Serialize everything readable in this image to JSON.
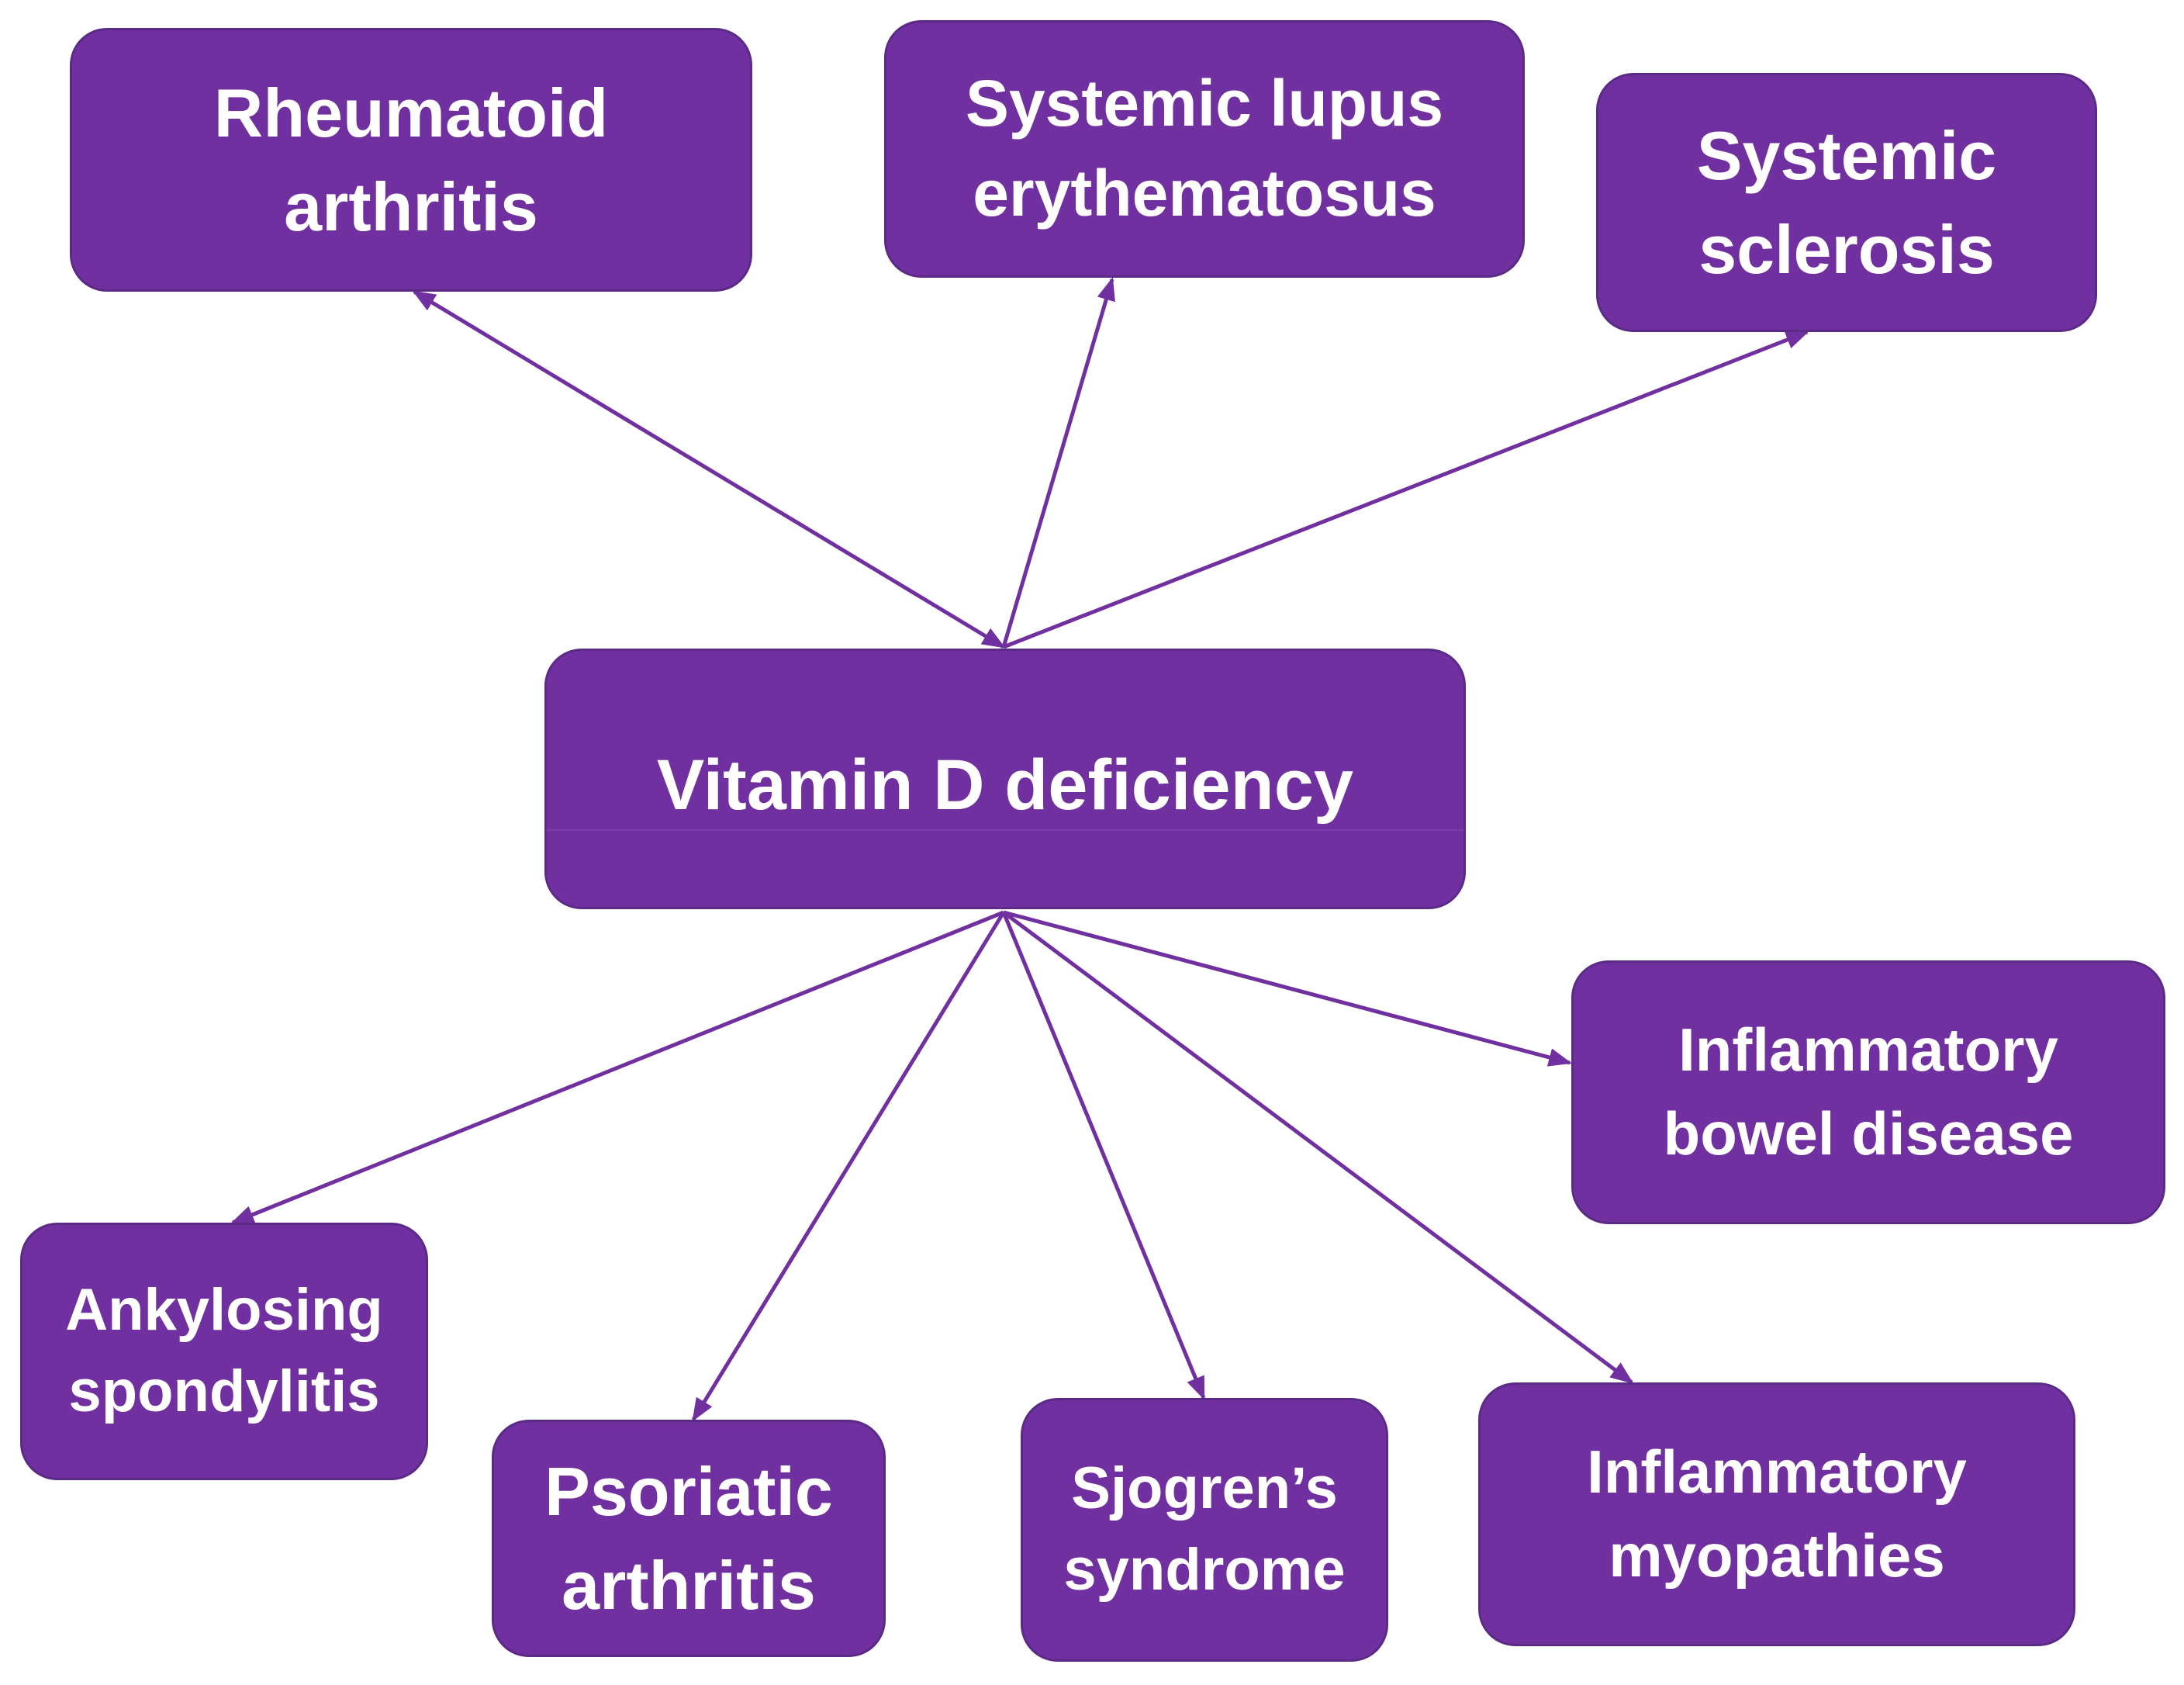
{
  "colors": {
    "node_fill": "#7030a0",
    "node_border": "#5b2a86",
    "node_text": "#ffffff",
    "arrow": "#7030a0"
  },
  "center": {
    "label": "Vitamin D deficiency"
  },
  "nodes": {
    "rheumatoid_arthritis": "Rheumatoid\narthritis",
    "systemic_lupus_erythematosus": "Systemic lupus\nerythematosus",
    "systemic_sclerosis": "Systemic\nsclerosis",
    "inflammatory_bowel_disease": "Inflammatory\nbowel disease",
    "ankylosing_spondylitis": "Ankylosing\nspondylitis",
    "psoriatic_arthritis": "Psoriatic\narthritis",
    "sjogrens_syndrome": "Sjogren’s\nsyndrome",
    "inflammatory_myopathies": "Inflammatory\nmyopathies"
  }
}
